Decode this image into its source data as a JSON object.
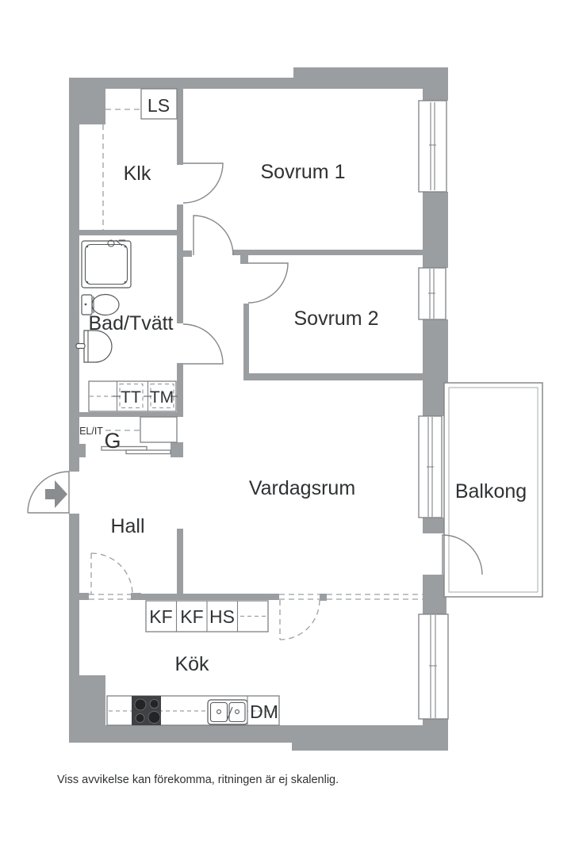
{
  "labels": {
    "ls": "LS",
    "klk": "Klk",
    "sovrum1": "Sovrum 1",
    "sovrum2": "Sovrum 2",
    "bad_tvatt": "Bad/Tvätt",
    "tt": "TT",
    "tm": "TM",
    "el_it": "EL/IT",
    "g": "G",
    "vardagsrum": "Vardagsrum",
    "balkong": "Balkong",
    "hall": "Hall",
    "kf1": "KF",
    "kf2": "KF",
    "hs": "HS",
    "kok": "Kök",
    "dm": "DM"
  },
  "disclaimer": "Viss avvikelse kan förekomma, ritningen är ej skalenlig.",
  "colors": {
    "background": "#ffffff",
    "wall": "#9b9ea1",
    "outline": "#7e8184",
    "door_arc": "#85888b",
    "dashed": "#9aa0a3",
    "text": "#2f3133",
    "stove": "#3f4144",
    "entrance_arrow": "#8a8d90"
  }
}
